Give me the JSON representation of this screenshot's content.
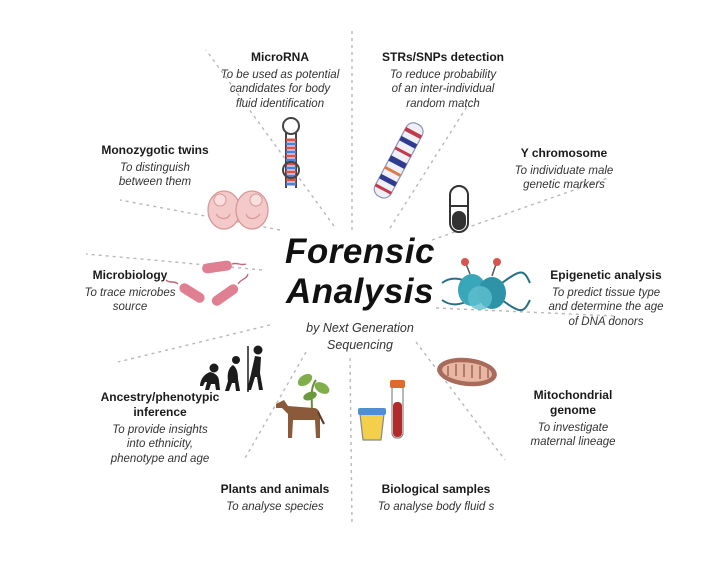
{
  "center": {
    "title_line1": "Forensic",
    "title_line2": "Analysis",
    "subtitle_line1": "by Next Generation",
    "subtitle_line2": "Sequencing"
  },
  "items": [
    {
      "title": "MicroRNA",
      "desc": [
        "To be used as potential",
        "candidates for body",
        "fluid identification"
      ]
    },
    {
      "title": "STRs/SNPs detection",
      "desc": [
        "To reduce probability",
        "of an inter-individual",
        "random match"
      ]
    },
    {
      "title": "Y chromosome",
      "desc": [
        "To individuate male",
        "genetic markers"
      ]
    },
    {
      "title": "Epigenetic analysis",
      "desc": [
        "To predict tissue type",
        "and determine the age",
        "of DNA donors"
      ]
    },
    {
      "title": "Mitochondrial genome",
      "title_lines": [
        "Mitochondrial",
        "genome"
      ],
      "desc": [
        "To investigate",
        "maternal lineage"
      ]
    },
    {
      "title": "Biological samples",
      "desc": [
        "To analyse body fluid s"
      ]
    },
    {
      "title": "Plants and animals",
      "desc": [
        "To analyse species"
      ]
    },
    {
      "title": "Ancestry/phenotypic inference",
      "title_lines": [
        "Ancestry/phenotypic",
        "inference"
      ],
      "desc": [
        "To provide insights",
        "into ethnicity,",
        "phenotype and age"
      ]
    },
    {
      "title": "Microbiology",
      "desc": [
        "To trace microbes",
        "source"
      ]
    },
    {
      "title": "Monozygotic twins",
      "desc": [
        "To distinguish",
        "between them"
      ]
    }
  ],
  "icons": [
    "hairpin-rna-icon",
    "dna-barcode-icon",
    "y-chromosome-icon",
    "methylated-dna-icon",
    "mitochondrion-icon",
    "sample-tubes-icon",
    "horse-and-plant-icon",
    "human-evolution-icon",
    "bacteria-icon",
    "twin-fetuses-icon"
  ],
  "colors": {
    "divider": "#b8b8b8",
    "rna_red": "#d9534f",
    "rna_blue": "#4f7fd9",
    "dna_teal": "#3aa6b9",
    "bacteria_pink": "#e07f92",
    "mito_brown": "#a86a5a",
    "tube_yellow": "#f3cf4c"
  }
}
